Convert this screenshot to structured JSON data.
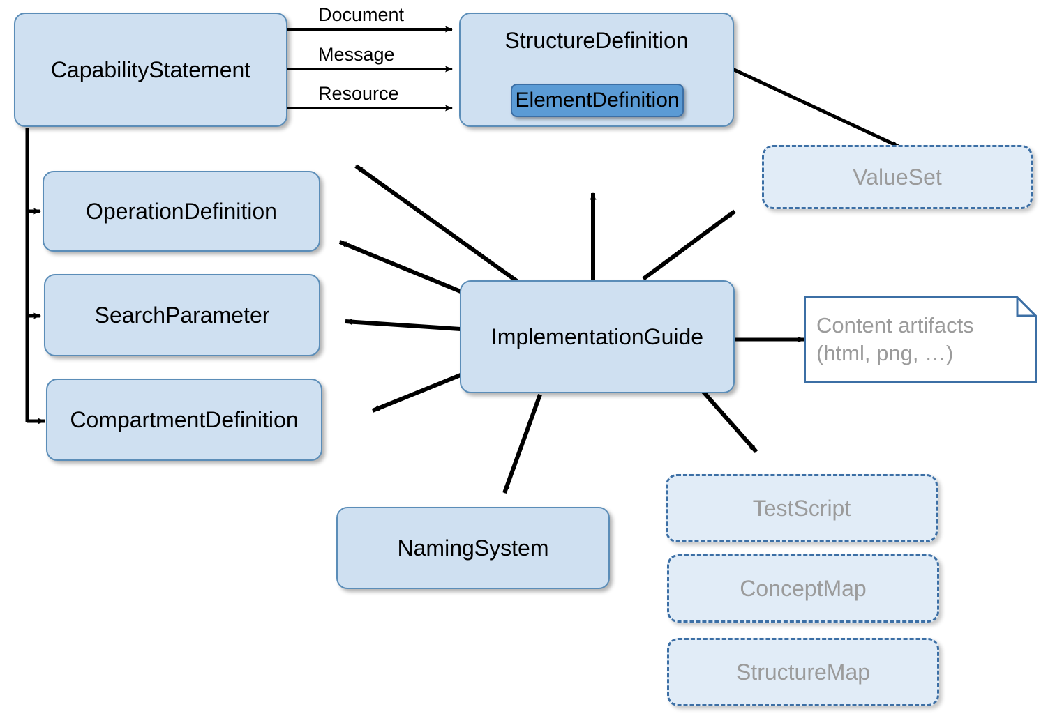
{
  "diagram": {
    "title": "FHIR Conformance and ImplementationGuide resource relationships",
    "colors": {
      "solid_fill": "#cfe0f1",
      "solid_border": "#5b8db8",
      "dashed_fill": "#e1ecf7",
      "dashed_border": "#3c6fa5",
      "nested_fill": "#5b9bd5",
      "note_fill": "#ffffff",
      "note_border": "#3c6fa5",
      "muted_text": "#9b9b9b",
      "text": "#000000",
      "edge": "#000000",
      "background": "#ffffff"
    }
  },
  "nodes": {
    "capability_statement": {
      "label": "CapabilityStatement",
      "style": "solid"
    },
    "structure_definition": {
      "label": "StructureDefinition",
      "style": "solid"
    },
    "element_definition": {
      "label": "ElementDefinition",
      "style": "nested"
    },
    "value_set": {
      "label": "ValueSet",
      "style": "dashed"
    },
    "operation_definition": {
      "label": "OperationDefinition",
      "style": "solid"
    },
    "search_parameter": {
      "label": "SearchParameter",
      "style": "solid"
    },
    "compartment_definition": {
      "label": "CompartmentDefinition",
      "style": "solid"
    },
    "implementation_guide": {
      "label": "ImplementationGuide",
      "style": "solid"
    },
    "content_artifacts": {
      "label": "Content artifacts\n(html, png, …)",
      "style": "note"
    },
    "naming_system": {
      "label": "NamingSystem",
      "style": "solid"
    },
    "test_script": {
      "label": "TestScript",
      "style": "dashed"
    },
    "concept_map": {
      "label": "ConceptMap",
      "style": "dashed"
    },
    "structure_map": {
      "label": "StructureMap",
      "style": "dashed"
    }
  },
  "edge_labels": {
    "document": "Document",
    "message": "Message",
    "resource": "Resource"
  },
  "edges": [
    {
      "from": "capability_statement",
      "to": "structure_definition",
      "label": "Document"
    },
    {
      "from": "capability_statement",
      "to": "structure_definition",
      "label": "Message"
    },
    {
      "from": "capability_statement",
      "to": "structure_definition",
      "label": "Resource"
    },
    {
      "from": "capability_statement",
      "to": "operation_definition",
      "label": ""
    },
    {
      "from": "capability_statement",
      "to": "search_parameter",
      "label": ""
    },
    {
      "from": "capability_statement",
      "to": "compartment_definition",
      "label": ""
    },
    {
      "from": "structure_definition",
      "to": "value_set",
      "label": ""
    },
    {
      "from": "implementation_guide",
      "to": "capability_statement",
      "label": ""
    },
    {
      "from": "implementation_guide",
      "to": "operation_definition",
      "label": ""
    },
    {
      "from": "implementation_guide",
      "to": "search_parameter",
      "label": ""
    },
    {
      "from": "implementation_guide",
      "to": "compartment_definition",
      "label": ""
    },
    {
      "from": "implementation_guide",
      "to": "structure_definition",
      "label": ""
    },
    {
      "from": "implementation_guide",
      "to": "value_set",
      "label": ""
    },
    {
      "from": "implementation_guide",
      "to": "content_artifacts",
      "label": ""
    },
    {
      "from": "implementation_guide",
      "to": "naming_system",
      "label": ""
    },
    {
      "from": "implementation_guide",
      "to": "test_script",
      "label": ""
    }
  ]
}
